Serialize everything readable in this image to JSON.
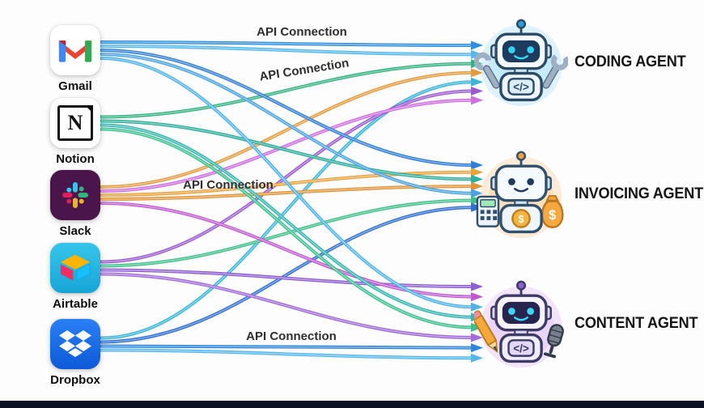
{
  "sources": [
    {
      "id": "gmail",
      "label": "Gmail"
    },
    {
      "id": "notion",
      "label": "Notion"
    },
    {
      "id": "slack",
      "label": "Slack"
    },
    {
      "id": "airtable",
      "label": "Airtable"
    },
    {
      "id": "dropbox",
      "label": "Dropbox"
    }
  ],
  "agents": [
    {
      "id": "coding",
      "label": "CODING AGENT",
      "chest": "</>",
      "glow": "#b5e4fa"
    },
    {
      "id": "invoicing",
      "label": "INVOICING AGENT",
      "chest": "$",
      "glow": "#fbd5a6"
    },
    {
      "id": "content",
      "label": "CONTENT AGENT",
      "chest": "</>",
      "glow": "#e5c6f8"
    }
  ],
  "api_labels": [
    {
      "text": "API Connection"
    },
    {
      "text": "API Connection"
    },
    {
      "text": "API Connection"
    },
    {
      "text": "API Connection"
    }
  ],
  "connections": [
    {
      "from": "gmail",
      "to": "coding",
      "slot": 0,
      "color": "#2f8fdc"
    },
    {
      "from": "gmail",
      "to": "coding",
      "slot": 1,
      "color": "#54b9ea"
    },
    {
      "from": "notion",
      "to": "coding",
      "slot": 2,
      "color": "#33b381"
    },
    {
      "from": "slack",
      "to": "coding",
      "slot": 3,
      "color": "#e39b3e"
    },
    {
      "from": "dropbox",
      "to": "coding",
      "slot": 4,
      "color": "#3ab5d8"
    },
    {
      "from": "airtable",
      "to": "coding",
      "slot": 5,
      "color": "#9b59d0"
    },
    {
      "from": "slack",
      "to": "coding",
      "slot": 6,
      "color": "#cf6ee0"
    },
    {
      "from": "gmail",
      "to": "invoicing",
      "slot": 0,
      "color": "#2f7fd4"
    },
    {
      "from": "slack",
      "to": "invoicing",
      "slot": 1,
      "color": "#e8a23c"
    },
    {
      "from": "notion",
      "to": "invoicing",
      "slot": 2,
      "color": "#2fae9b"
    },
    {
      "from": "slack",
      "to": "invoicing",
      "slot": 3,
      "color": "#e0953a"
    },
    {
      "from": "gmail",
      "to": "invoicing",
      "slot": 4,
      "color": "#4aa3e0"
    },
    {
      "from": "airtable",
      "to": "invoicing",
      "slot": 5,
      "color": "#3fbf8a"
    },
    {
      "from": "dropbox",
      "to": "invoicing",
      "slot": 6,
      "color": "#2f6fd0"
    },
    {
      "from": "airtable",
      "to": "content",
      "slot": 0,
      "color": "#8f5fd0"
    },
    {
      "from": "slack",
      "to": "content",
      "slot": 1,
      "color": "#c05ad0"
    },
    {
      "from": "gmail",
      "to": "content",
      "slot": 2,
      "color": "#4fb3e8"
    },
    {
      "from": "notion",
      "to": "content",
      "slot": 3,
      "color": "#35b5b0"
    },
    {
      "from": "notion",
      "to": "content",
      "slot": 4,
      "color": "#3cbf8f"
    },
    {
      "from": "airtable",
      "to": "content",
      "slot": 5,
      "color": "#a06ad8"
    },
    {
      "from": "dropbox",
      "to": "content",
      "slot": 6,
      "color": "#2e86d9"
    },
    {
      "from": "dropbox",
      "to": "content",
      "slot": 7,
      "color": "#53b7ec"
    }
  ]
}
